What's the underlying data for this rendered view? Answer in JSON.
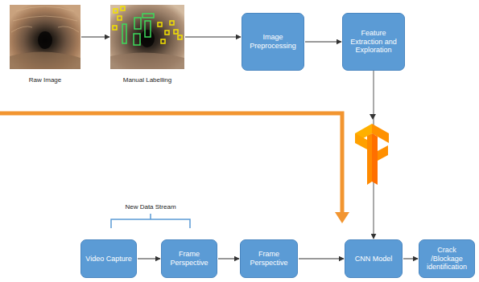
{
  "diagram": {
    "nodes": [
      {
        "text": [
          "Raw Image"
        ]
      },
      {
        "text": [
          "Manual Labelling"
        ]
      },
      {
        "text": [
          "Image Preprocessing"
        ]
      },
      {
        "text": [
          "Feature Extraction and Exploration"
        ]
      },
      {
        "text": [
          "Video Capture"
        ]
      },
      {
        "text": [
          "Frame Perspective"
        ]
      },
      {
        "text": [
          "Frame Perspective"
        ]
      },
      {
        "text": [
          "CNN Model"
        ]
      },
      {
        "text": [
          "Crack /Blockage identification"
        ]
      }
    ],
    "edges": [
      {
        "from": 0,
        "to": 1,
        "arrow": "to"
      },
      {
        "from": 1,
        "to": 2,
        "arrow": "to"
      },
      {
        "from": 2,
        "to": 3,
        "arrow": "to"
      },
      {
        "from": 3,
        "to": 7,
        "arrow": "to"
      },
      {
        "from": 4,
        "to": 5,
        "arrow": "to"
      },
      {
        "from": 5,
        "to": 6,
        "arrow": "to"
      },
      {
        "from": 6,
        "to": 7,
        "arrow": "to"
      },
      {
        "from": 7,
        "to": 8,
        "arrow": "to"
      }
    ],
    "labels": [
      "New Data Stream"
    ]
  }
}
